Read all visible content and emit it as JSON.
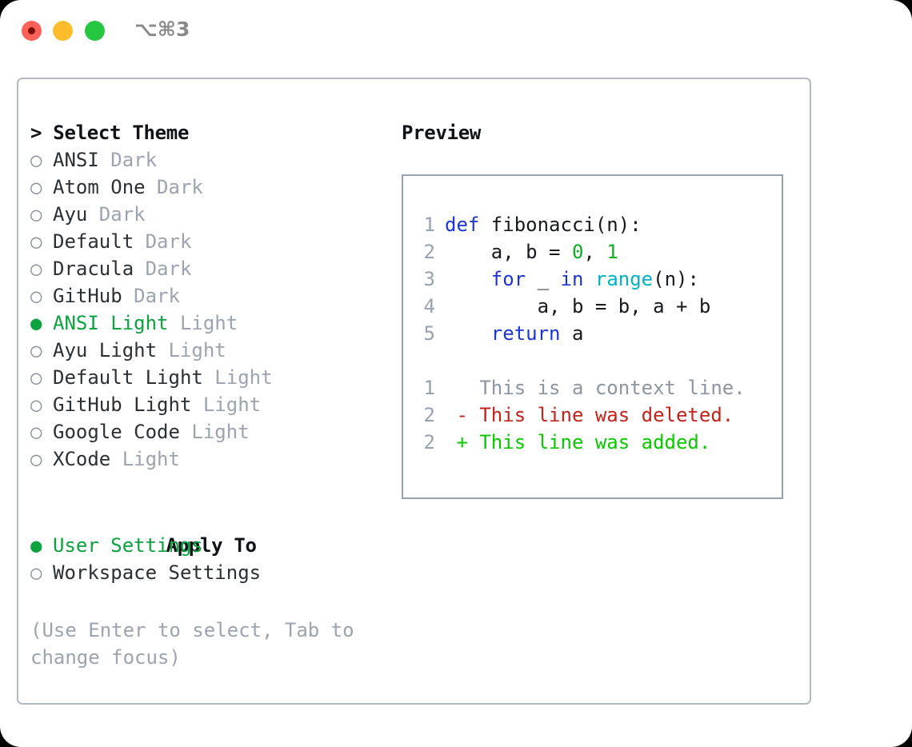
{
  "titlebar": {
    "shortcut": "⌥⌘3",
    "buttons": {
      "close": "close-window",
      "minimize": "minimize-window",
      "maximize": "maximize-window"
    }
  },
  "theme_picker": {
    "header": "> Select Theme",
    "marker_selected": "●",
    "marker_unselected": "○",
    "items": [
      {
        "name": "ANSI",
        "variant": "Dark",
        "selected": false
      },
      {
        "name": "Atom One",
        "variant": "Dark",
        "selected": false
      },
      {
        "name": "Ayu",
        "variant": "Dark",
        "selected": false
      },
      {
        "name": "Default",
        "variant": "Dark",
        "selected": false
      },
      {
        "name": "Dracula",
        "variant": "Dark",
        "selected": false
      },
      {
        "name": "GitHub",
        "variant": "Dark",
        "selected": false
      },
      {
        "name": "ANSI Light",
        "variant": "Light",
        "selected": true
      },
      {
        "name": "Ayu Light",
        "variant": "Light",
        "selected": false
      },
      {
        "name": "Default Light",
        "variant": "Light",
        "selected": false
      },
      {
        "name": "GitHub Light",
        "variant": "Light",
        "selected": false
      },
      {
        "name": "Google Code",
        "variant": "Light",
        "selected": false
      },
      {
        "name": "XCode",
        "variant": "Light",
        "selected": false
      }
    ]
  },
  "apply_to": {
    "header": "Apply To",
    "items": [
      {
        "name": "User Settings",
        "selected": true
      },
      {
        "name": "Workspace Settings",
        "selected": false
      }
    ]
  },
  "help_text": "(Use Enter to select, Tab to change focus)",
  "preview": {
    "title": "Preview",
    "code_lines": [
      {
        "no": "1",
        "segments": [
          {
            "text": "def ",
            "type": "keyword"
          },
          {
            "text": "fibonacci(n):",
            "type": "plain"
          }
        ]
      },
      {
        "no": "2",
        "segments": [
          {
            "text": "    a, b = ",
            "type": "plain"
          },
          {
            "text": "0",
            "type": "number"
          },
          {
            "text": ", ",
            "type": "plain"
          },
          {
            "text": "1",
            "type": "number"
          }
        ]
      },
      {
        "no": "3",
        "segments": [
          {
            "text": "    ",
            "type": "plain"
          },
          {
            "text": "for",
            "type": "keyword"
          },
          {
            "text": " _ ",
            "type": "plain"
          },
          {
            "text": "in",
            "type": "keyword"
          },
          {
            "text": " ",
            "type": "plain"
          },
          {
            "text": "range",
            "type": "function"
          },
          {
            "text": "(n):",
            "type": "plain"
          }
        ]
      },
      {
        "no": "4",
        "segments": [
          {
            "text": "        a, b = b, a + b",
            "type": "plain"
          }
        ]
      },
      {
        "no": "5",
        "segments": [
          {
            "text": "    ",
            "type": "plain"
          },
          {
            "text": "return",
            "type": "keyword"
          },
          {
            "text": " a",
            "type": "plain"
          }
        ]
      }
    ],
    "diff_lines": [
      {
        "no": "1",
        "sign": " ",
        "text": "This is a context line.",
        "kind": "context"
      },
      {
        "no": "2",
        "sign": "-",
        "text": "This line was deleted.",
        "kind": "deleted"
      },
      {
        "no": "2",
        "sign": "+",
        "text": "This line was added.",
        "kind": "added"
      }
    ]
  },
  "colors": {
    "accent_green": "#0CA33F",
    "muted": "#9ca4b2",
    "keyword_blue": "#1b35d8",
    "function_cyan": "#00b3c8",
    "number_green": "#07b21e",
    "diff_add": "#0ac800",
    "diff_del": "#c4231b",
    "border": "#b2bac6",
    "traffic_red": "#FF6159",
    "traffic_yellow": "#FFBD2E",
    "traffic_green": "#26C740"
  }
}
